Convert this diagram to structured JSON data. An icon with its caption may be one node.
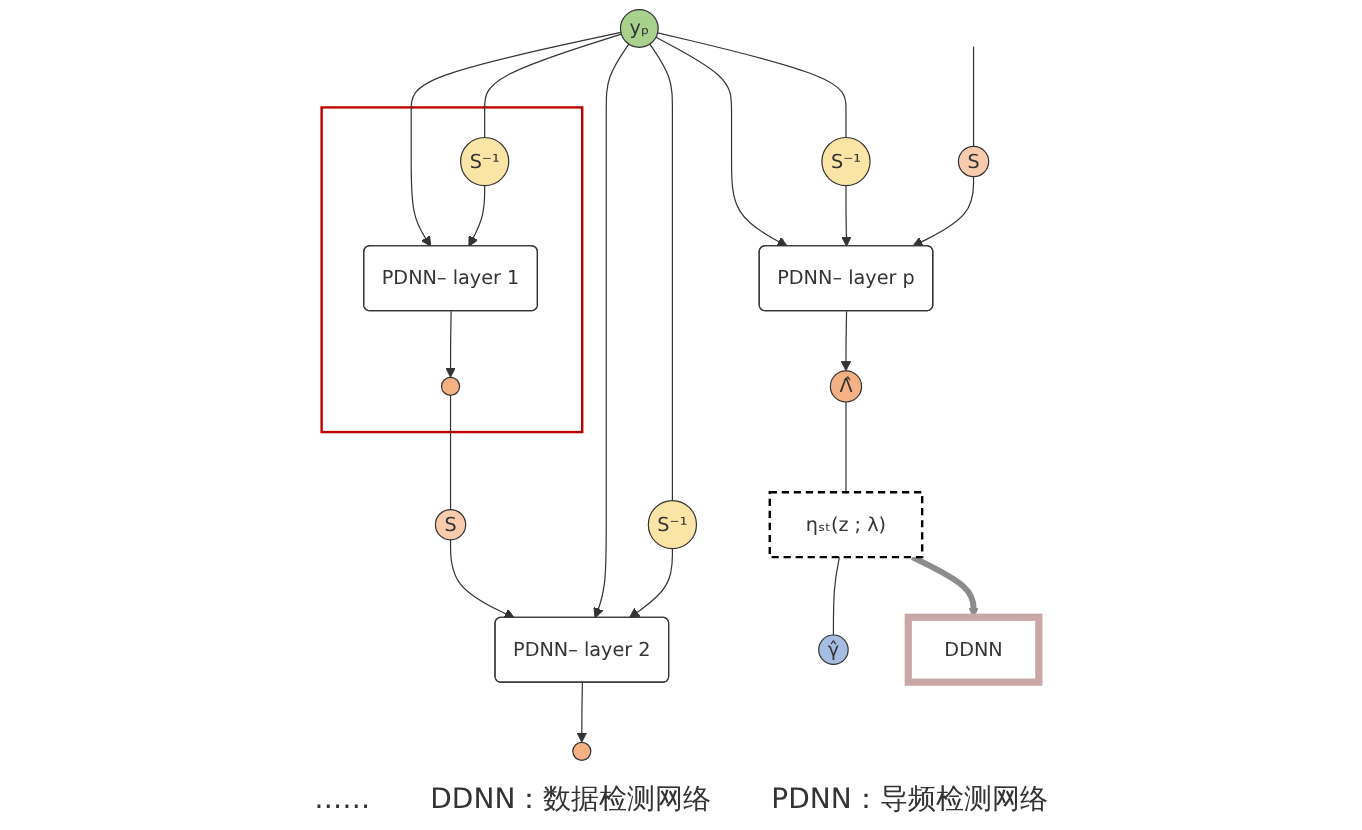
{
  "diagram": {
    "nodes": [
      {
        "text": [
          "yₚ"
        ]
      },
      {
        "text": [],
        "shape": "box"
      },
      {
        "text": [
          "S⁻¹"
        ],
        "in": 1
      },
      {
        "text": [
          "PDNN– layer 1"
        ],
        "in": 1
      },
      {
        "text": [],
        "shape": "circle",
        "in": 1
      },
      {
        "text": [
          "S"
        ]
      },
      {
        "text": [
          "S⁻¹"
        ]
      },
      {
        "text": [
          "PDNN– layer 2"
        ]
      },
      {
        "text": [],
        "shape": "circle"
      },
      {
        "text": [
          "S"
        ]
      },
      {
        "text": [
          "S⁻¹"
        ]
      },
      {
        "text": [
          "PDNN– layer p"
        ]
      },
      {
        "text": [
          "Λ̂"
        ]
      },
      {
        "text": [
          "ηₛₜ(z ; λ)"
        ]
      },
      {
        "text": [
          "γ̂"
        ]
      },
      {
        "text": [
          "DDNN"
        ]
      }
    ],
    "edges": [
      {
        "from": 0,
        "to": 3,
        "arrow": "to"
      },
      {
        "from": 0,
        "to": 2,
        "arrow": "none"
      },
      {
        "from": 0,
        "to": 7,
        "arrow": "to"
      },
      {
        "from": 0,
        "to": 6,
        "arrow": "none"
      },
      {
        "from": 0,
        "to": 11,
        "arrow": "to"
      },
      {
        "from": 0,
        "to": 10,
        "arrow": "none"
      },
      {
        "from": 2,
        "to": 3,
        "arrow": "to"
      },
      {
        "from": 3,
        "to": 4,
        "arrow": "to"
      },
      {
        "from": 4,
        "to": 5,
        "arrow": "none"
      },
      {
        "from": 5,
        "to": 7,
        "arrow": "to"
      },
      {
        "from": 6,
        "to": 7,
        "arrow": "to"
      },
      {
        "from": 7,
        "to": 8,
        "arrow": "to"
      },
      {
        "from": null,
        "to": 9,
        "arrow": "none"
      },
      {
        "from": 9,
        "to": 11,
        "arrow": "to"
      },
      {
        "from": 10,
        "to": 11,
        "arrow": "to"
      },
      {
        "from": 11,
        "to": 12,
        "arrow": "to"
      },
      {
        "from": 12,
        "to": 13,
        "arrow": "none"
      },
      {
        "from": 13,
        "to": 14,
        "arrow": "none"
      },
      {
        "from": 13,
        "to": 15,
        "arrow": "to",
        "style": "thick",
        "color": "#8c8c8c"
      }
    ],
    "labels": [
      "……",
      "DDNN：数据检测网络",
      "PDNN：导频检测网络"
    ]
  }
}
